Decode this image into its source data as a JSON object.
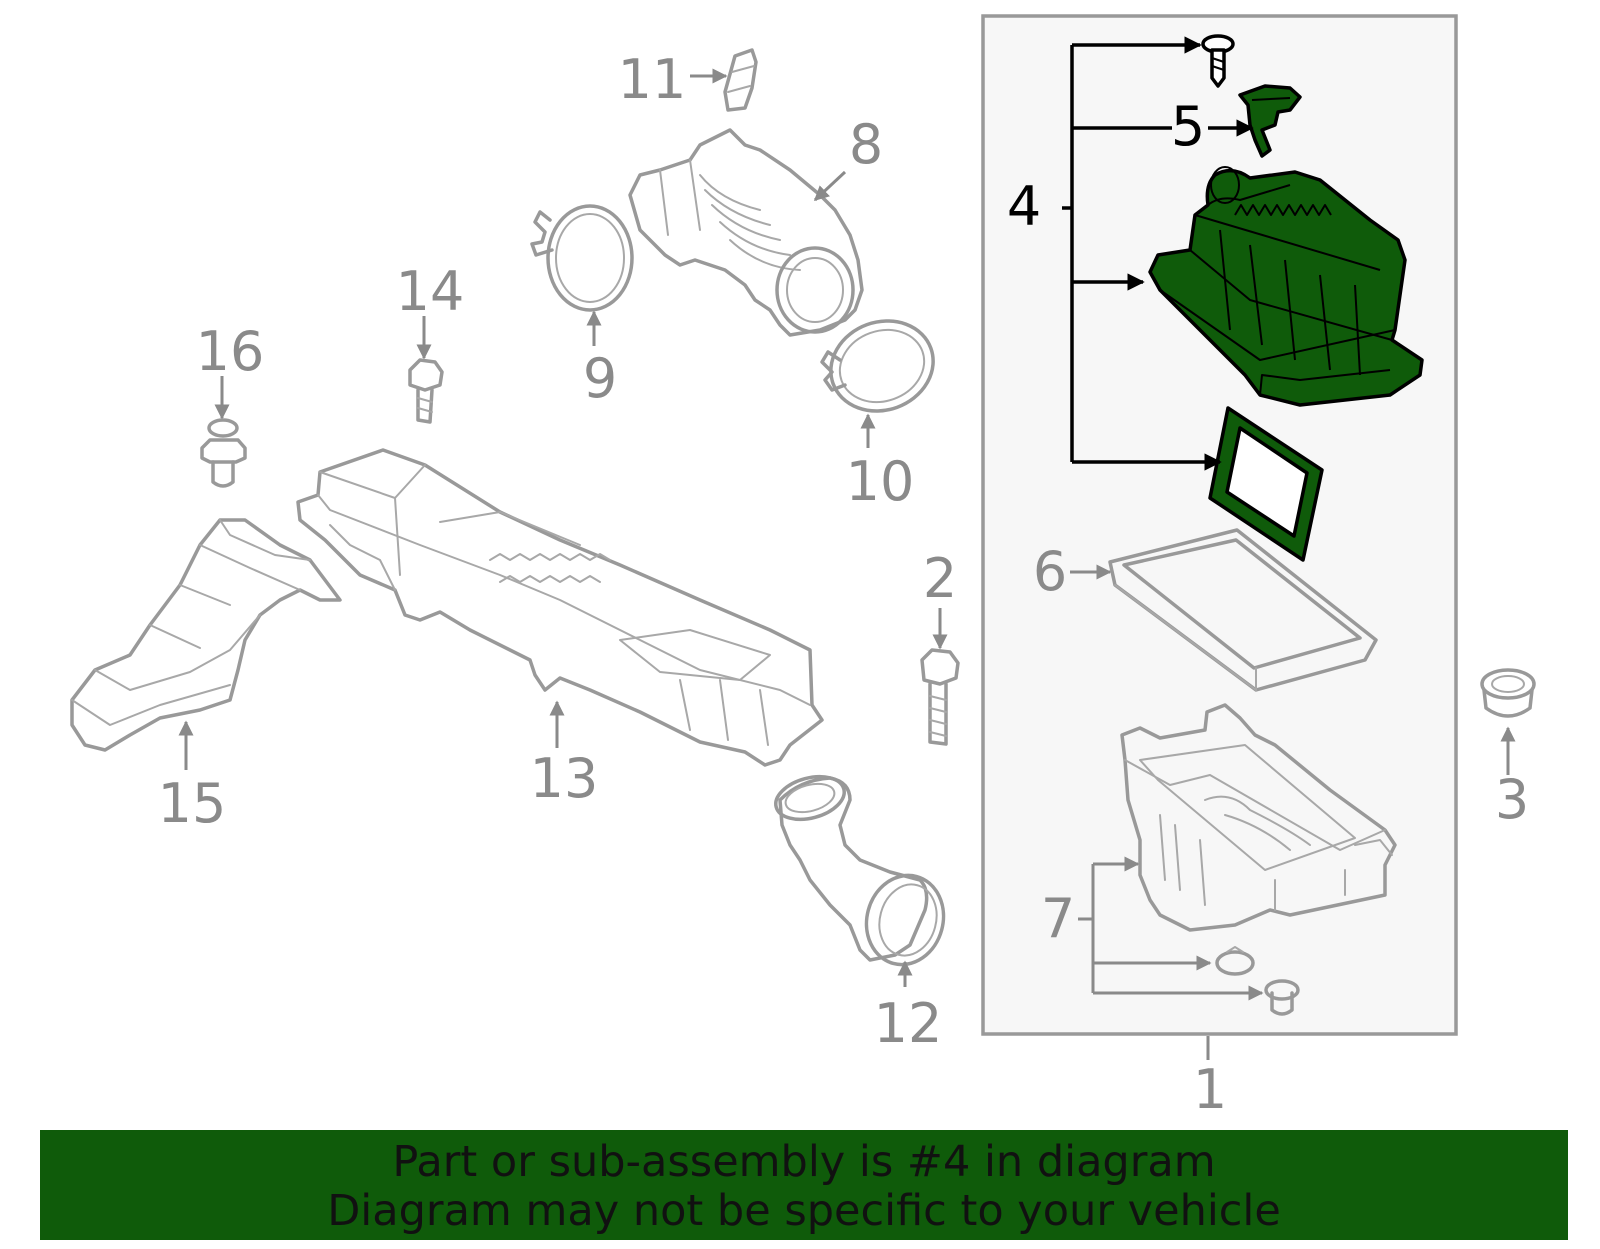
{
  "diagram": {
    "highlighted_part": "4",
    "callouts": [
      "1",
      "2",
      "3",
      "4",
      "5",
      "6",
      "7",
      "8",
      "9",
      "10",
      "11",
      "12",
      "13",
      "14",
      "15",
      "16"
    ],
    "colors": {
      "highlight_fill": "#0f5b0a",
      "banner_background": "#0f5b0a",
      "line_gray": "#999999",
      "label_gray": "#8a8a8a",
      "assembly_box_fill": "#f7f7f7"
    }
  },
  "banner": {
    "line1": "Part or sub-assembly is #4 in diagram",
    "line2": "Diagram may not be specific to your vehicle"
  }
}
